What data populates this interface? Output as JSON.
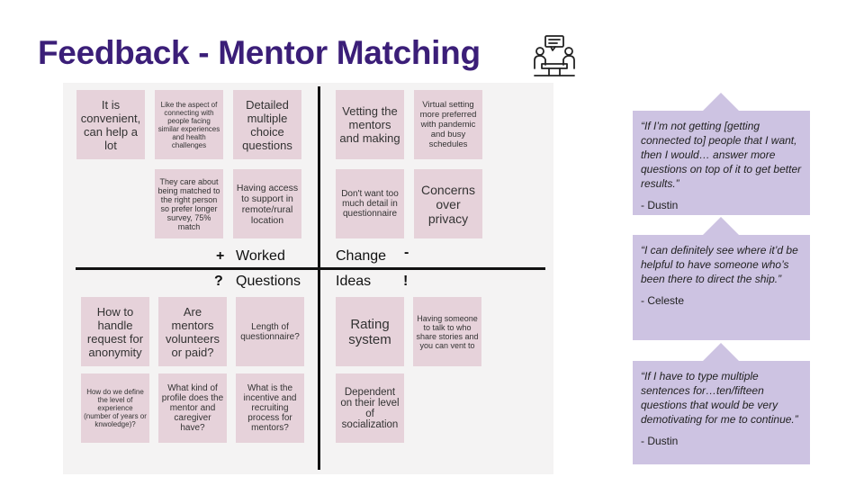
{
  "slide": {
    "title": "Feedback - Mentor Matching",
    "icon": "meeting-discussion-icon"
  },
  "board": {
    "labels": {
      "worked_symbol": "+",
      "worked": "Worked",
      "change": "Change",
      "change_symbol": "-",
      "questions_symbol": "?",
      "questions": "Questions",
      "ideas": "Ideas",
      "ideas_symbol": "!"
    },
    "notes": [
      "It is convenient, can help a lot",
      "Like the aspect of connecting with people facing similar experiences and health challenges",
      "Detailed multiple choice questions",
      "They care about being matched to the right person so prefer longer survey, 75% match",
      "Having access to support in remote/rural location",
      "Vetting the mentors and making",
      "Virtual setting more preferred with pandemic and busy schedules",
      "Don't want too much detail in questionnaire",
      "Concerns over privacy",
      "How to handle request for anonymity",
      "Are mentors volunteers or paid?",
      "Length of questionnaire?",
      "How do we define the level of experience (number of years or knwoledge)?",
      "What kind of profile does the mentor and caregiver have?",
      "What is the incentive and recruiting process for mentors?",
      "Rating system",
      "Having someone to talk to who share stories and you can vent to",
      "Dependent on their level of socialization"
    ]
  },
  "quotes": [
    {
      "text": "“If I’m not getting [getting connected to] people that I want, then I would… answer more questions on top of it to get better results.”",
      "author": "- Dustin"
    },
    {
      "text": "“I can definitely see where it’d be helpful to have someone who’s been there to direct the ship.”",
      "author": "- Celeste"
    },
    {
      "text": "“If I have to type multiple sentences for…ten/fifteen questions that would be very demotivating for me to continue.”",
      "author": "- Dustin"
    }
  ]
}
